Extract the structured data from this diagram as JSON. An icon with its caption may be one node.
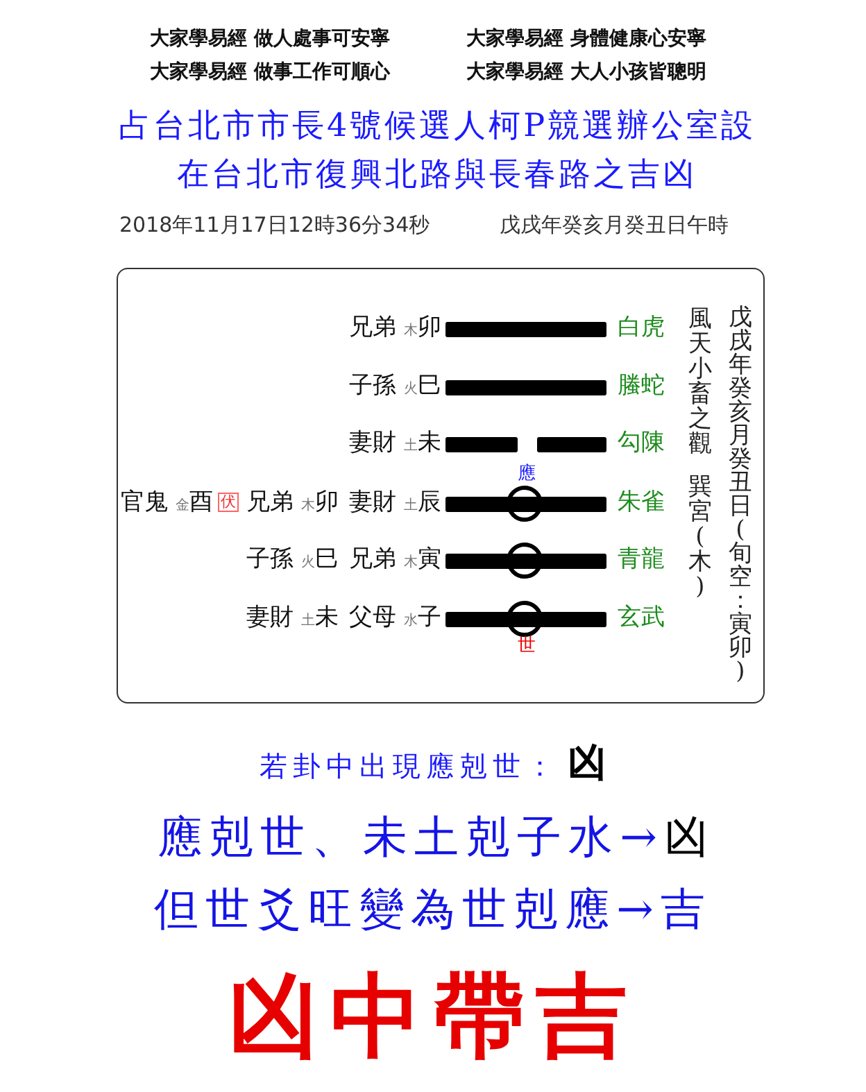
{
  "diagram": {
    "title": "占台北市市長4號候選人柯P競選辦公室設在台北市復興北路與長春路之吉凶",
    "nodes": [
      {
        "text": [
          "兄弟 $_{木}$卯",
          "白虎",
          "子孫 $_{火}$巳",
          "螣蛇",
          "妻財 $_{土}$未",
          "勾陳",
          "應",
          "官鬼 $_{金}$酉",
          "伏",
          "兄弟 $_{木}$卯",
          "妻財 $_{土}$辰",
          "朱雀",
          "子孫 $_{火}$巳",
          "兄弟 $_{木}$寅",
          "青龍",
          "妻財 $_{土}$未",
          "父母 $_{水}$子",
          "玄武",
          "世",
          "風天小畜之觀",
          "巽宮(木)",
          "戊戌年癸亥月癸丑日(旬空：寅卯)"
        ]
      }
    ],
    "labels": [
      "大家學易經 做人處事可安寧",
      "大家學易經 身體健康心安寧",
      "大家學易經 做事工作可順心",
      "大家學易經 大人小孩皆聰明",
      "2018年11月17日12時36分34秒",
      "戊戌年癸亥月癸丑日午時",
      "若卦中出現應剋世：",
      "凶",
      "應剋世、未土剋子水→",
      "凶",
      "但世爻旺變為世剋應→吉",
      "凶中帶吉"
    ]
  }
}
